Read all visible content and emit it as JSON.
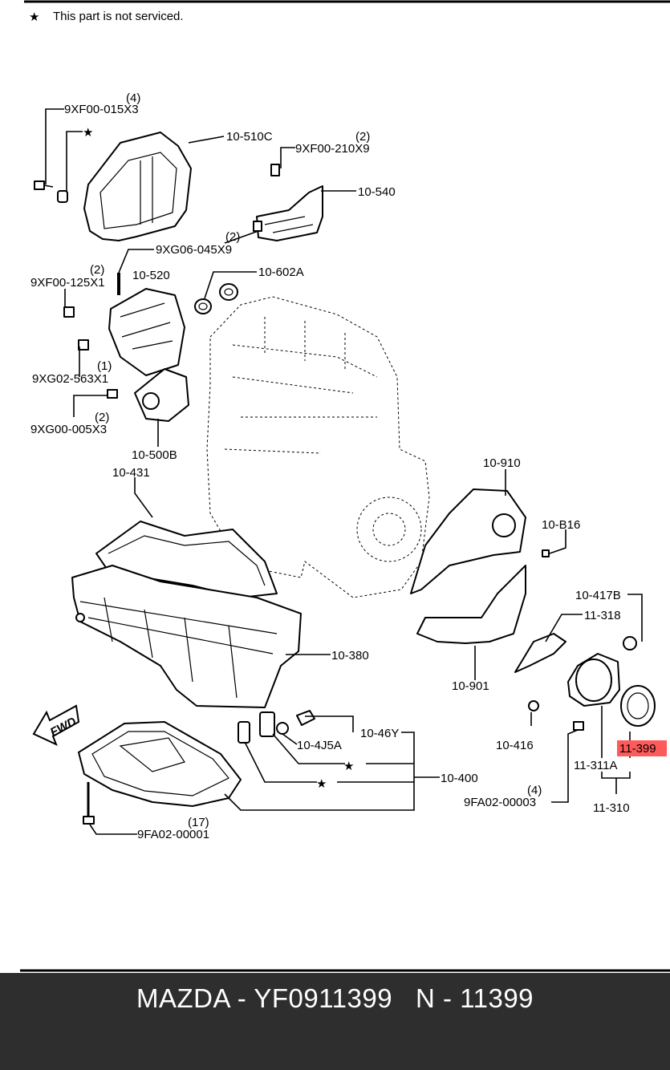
{
  "notice": {
    "star": "★",
    "text": "This part is not serviced."
  },
  "labels": {
    "qty_4_a": "(4)",
    "p_9XF00_015X3": "9XF00-015X3",
    "p_10_510C": "10-510C",
    "qty_2_a": "(2)",
    "p_9XF00_210X9": "9XF00-210X9",
    "p_10_540": "10-540",
    "qty_2_b": "(2)",
    "p_9XG06_045X9": "9XG06-045X9",
    "qty_2_c": "(2)",
    "p_10_520": "10-520",
    "p_10_602A": "10-602A",
    "p_9XF00_125X1": "9XF00-125X1",
    "qty_1": "(1)",
    "p_9XG02_563X1": "9XG02-563X1",
    "qty_2_d": "(2)",
    "p_9XG00_005X3": "9XG00-005X3",
    "p_10_500B": "10-500B",
    "p_10_431": "10-431",
    "p_10_910": "10-910",
    "p_10_B16": "10-B16",
    "p_10_417B": "10-417B",
    "p_11_318": "11-318",
    "p_10_380": "10-380",
    "p_10_901": "10-901",
    "fwd": "FWD",
    "p_10_46Y": "10-46Y",
    "p_10_4J5A": "10-4J5A",
    "p_10_416": "10-416",
    "p_11_399": "11-399",
    "p_11_311A": "11-311A",
    "p_10_400": "10-400",
    "qty_4_b": "(4)",
    "p_9FA02_00003": "9FA02-00003",
    "p_11_310": "11-310",
    "qty_17": "(17)",
    "p_9FA02_00001": "9FA02-00001",
    "star": "★"
  },
  "highlight_color": "#ff5a5a",
  "footer": {
    "text": "MAZDA - YF0911399   N - 11399"
  }
}
